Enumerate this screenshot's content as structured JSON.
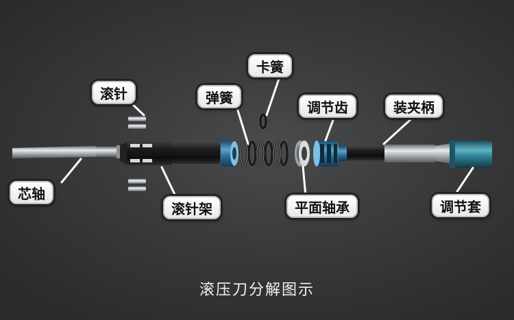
{
  "caption": "滚压刀分解图示",
  "labels": {
    "xinzhou": "芯轴",
    "gunzhen": "滚针",
    "gunzhenjia": "滚针架",
    "tanhuang": "弹簧",
    "kahuang": "卡簧",
    "tiaojiechi": "调节齿",
    "pingmianzhoucheng": "平面轴承",
    "zhuangjiabing": "装夹柄",
    "tiaojietao": "调节套"
  },
  "colors": {
    "background": "#3a3b3d",
    "label_fill": "#ffffff",
    "callout_stroke": "#ffffff",
    "part_blue": "#2f6f9a",
    "part_silver": "#b9bdc0",
    "part_black": "#151617"
  }
}
